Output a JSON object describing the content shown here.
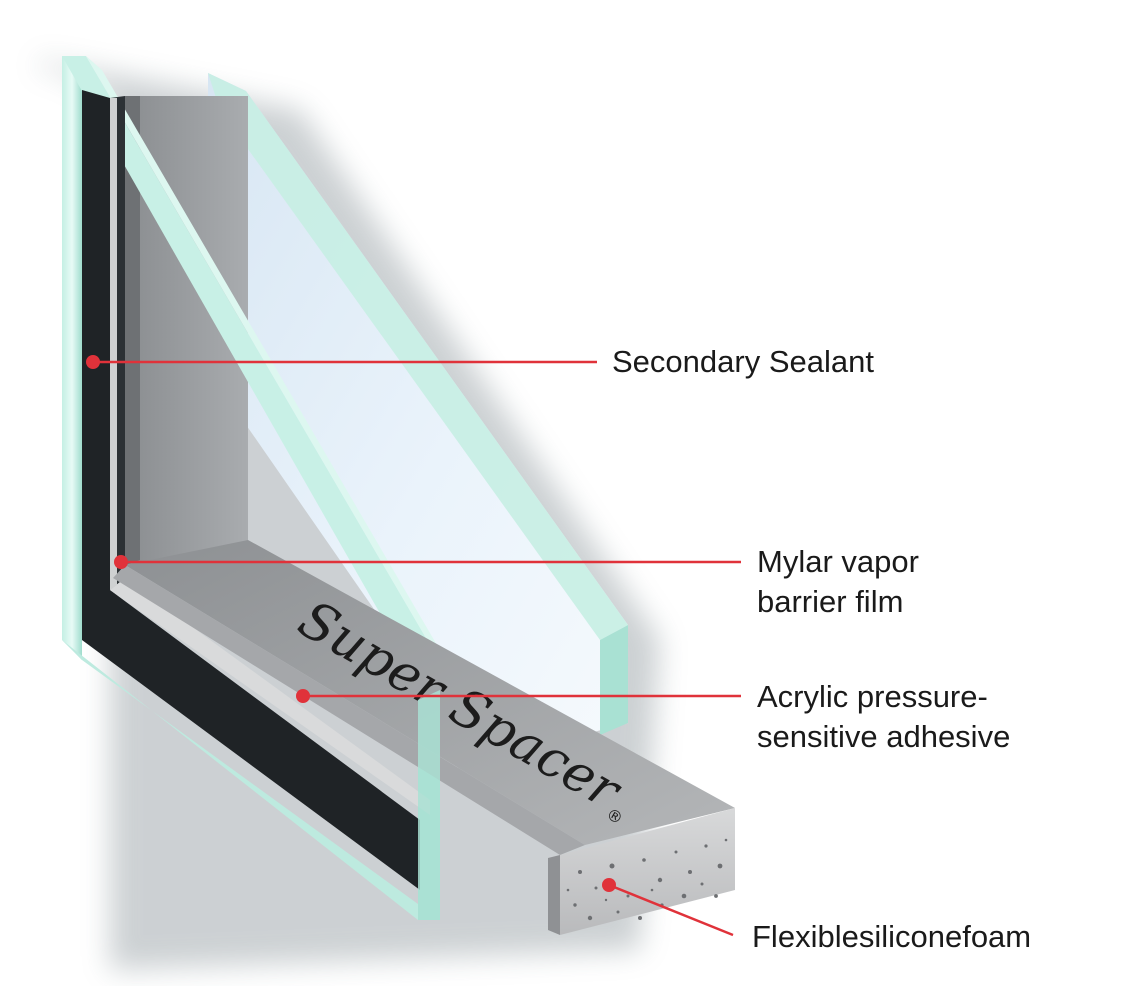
{
  "diagram": {
    "type": "window-glass-cross-section",
    "spacer_brand": "Super Spacer",
    "spacer_brand_mark": "®",
    "callout_color": "#e0323a",
    "glass_edge_color": "#a8e0d2",
    "sealant_color": "#1f2326",
    "spacer_color": "#9ea0a3",
    "callouts": [
      {
        "id": "secondary-sealant",
        "lines": [
          "Secondary Sealant"
        ]
      },
      {
        "id": "mylar-film",
        "lines": [
          "Mylar vapor",
          "barrier film"
        ]
      },
      {
        "id": "acrylic-adhesive",
        "lines": [
          "Acrylic pressure-",
          "sensitive adhesive"
        ]
      },
      {
        "id": "silicone-foam",
        "lines": [
          "Flexiblesiliconefoam"
        ]
      }
    ]
  }
}
